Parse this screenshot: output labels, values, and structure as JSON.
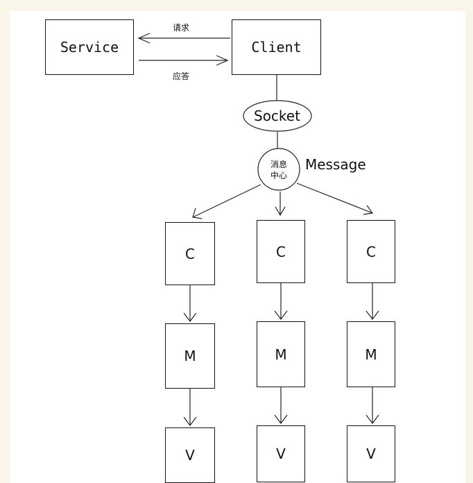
{
  "diagram": {
    "service_label": "Service",
    "client_label": "Client",
    "request_label": "请求",
    "response_label": "应答",
    "socket_label": "Socket",
    "hub_label_line1": "消息",
    "hub_label_line2": "中心",
    "message_label": "Message",
    "columns": [
      {
        "c": "C",
        "m": "M",
        "v": "V"
      },
      {
        "c": "C",
        "m": "M",
        "v": "V"
      },
      {
        "c": "C",
        "m": "M",
        "v": "V"
      }
    ]
  }
}
